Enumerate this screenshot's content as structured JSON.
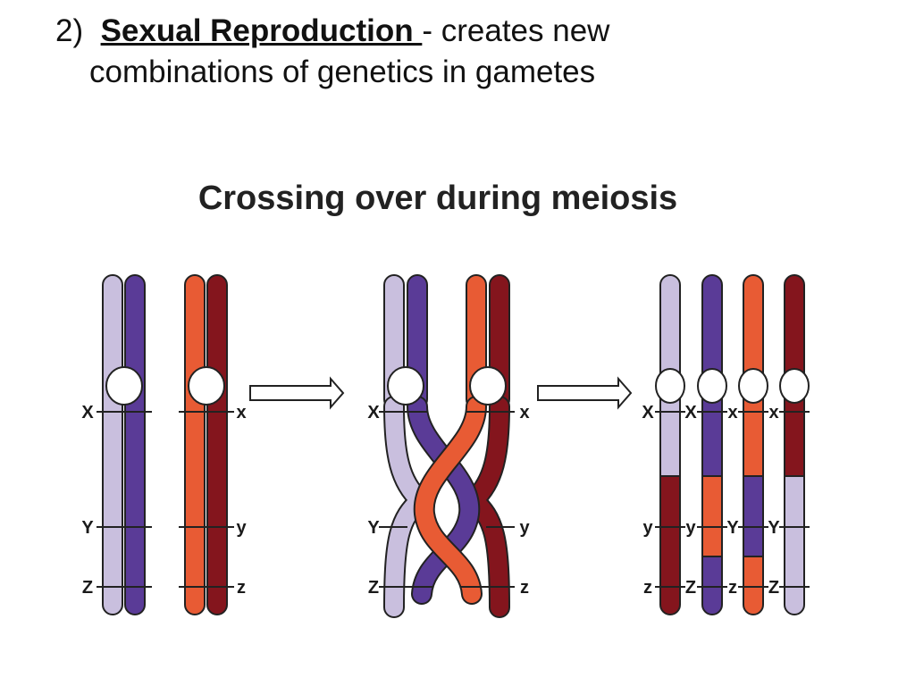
{
  "slide": {
    "number": "2)",
    "term": "Sexual Reproduction ",
    "definition_part1": "- creates new",
    "definition_part2": "combinations of genetics in gametes"
  },
  "diagram": {
    "title": "Crossing over during meiosis",
    "colors": {
      "light_purple": "#c9bfde",
      "dark_purple": "#5a3b97",
      "orange": "#e85b34",
      "dark_red": "#84151d",
      "outline": "#222222"
    },
    "stages": [
      {
        "name": "before",
        "left_labels": [
          "X",
          "Y",
          "Z"
        ],
        "right_labels": [
          "x",
          "y",
          "z"
        ]
      },
      {
        "name": "crossing-over",
        "left_labels": [
          "X",
          "Y",
          "Z"
        ],
        "right_labels": [
          "x",
          "y",
          "z"
        ]
      },
      {
        "name": "after",
        "chromatid_labels": [
          [
            "X",
            "y",
            "z"
          ],
          [
            "X",
            "y",
            "Z"
          ],
          [
            "x",
            "Y",
            "z"
          ],
          [
            "x",
            "Y",
            "Z"
          ]
        ]
      }
    ]
  }
}
